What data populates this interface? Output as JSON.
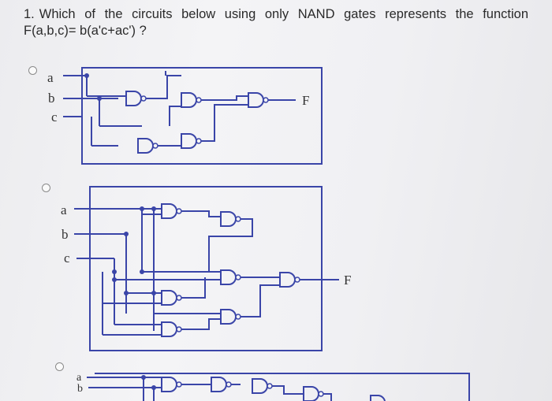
{
  "question": {
    "number": "1.",
    "line1": "Which of the circuits below using only NAND gates represents the function",
    "line2": "F(a,b,c)= b(a'c+ac') ?"
  },
  "options": [
    {
      "inputs": [
        "a",
        "b",
        "c"
      ],
      "output": "F"
    },
    {
      "inputs": [
        "a",
        "b",
        "c"
      ],
      "output": "F"
    },
    {
      "inputs": [
        "a",
        "b"
      ],
      "output": ""
    }
  ],
  "colors": {
    "wire": "#3a45a8",
    "text": "#2a2a2a"
  }
}
